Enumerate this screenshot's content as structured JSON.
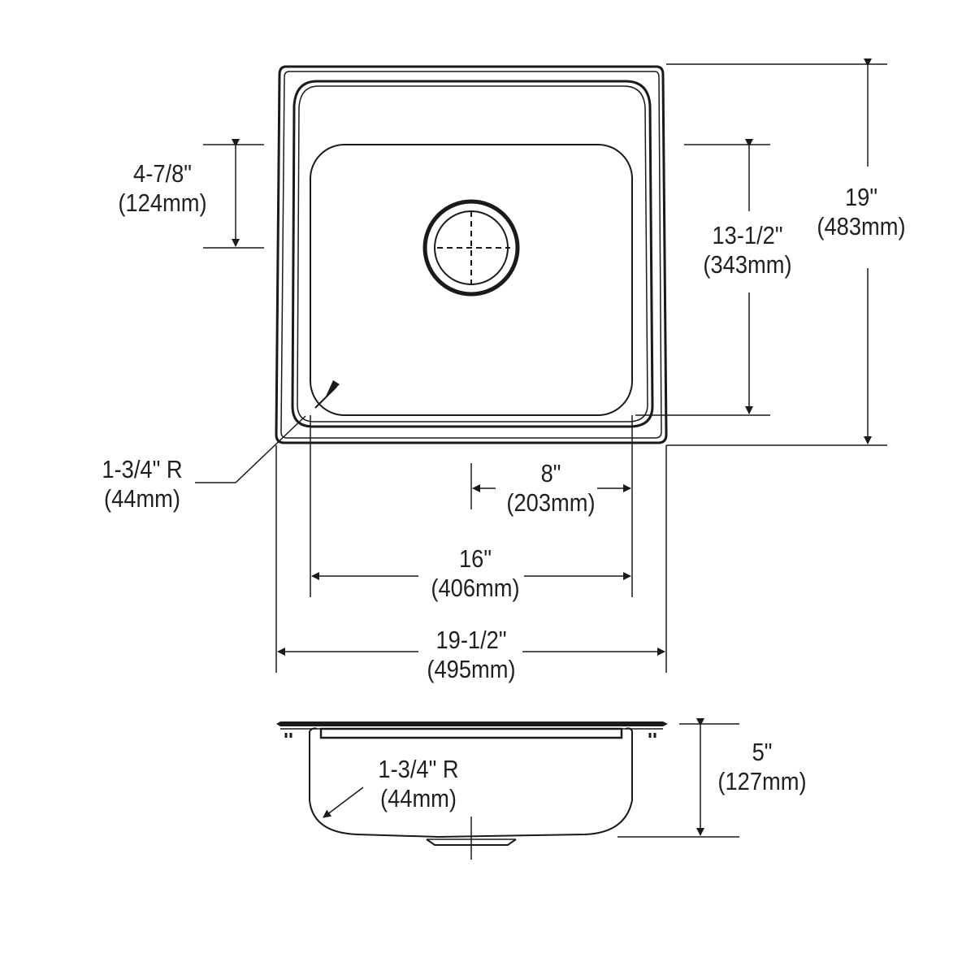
{
  "drawing": {
    "subject": "single bowl drop-in sink",
    "views": [
      "top-view",
      "side-section-view"
    ],
    "line_color": "#1a1a1a",
    "background": "#ffffff"
  },
  "dimensions": {
    "bowl_front_to_drain": {
      "imperial": "4-7/8\"",
      "metric": "(124mm)"
    },
    "bowl_length": {
      "imperial": "13-1/2\"",
      "metric": "(343mm)"
    },
    "overall_length": {
      "imperial": "19\"",
      "metric": "(483mm)"
    },
    "corner_radius_top": {
      "imperial": "1-3/4\" R",
      "metric": "(44mm)"
    },
    "drain_offset": {
      "imperial": "8\"",
      "metric": "(203mm)"
    },
    "bowl_width": {
      "imperial": "16\"",
      "metric": "(406mm)"
    },
    "overall_width": {
      "imperial": "19-1/2\"",
      "metric": "(495mm)"
    },
    "corner_radius_side": {
      "imperial": "1-3/4\" R",
      "metric": "(44mm)"
    },
    "bowl_depth": {
      "imperial": "5\"",
      "metric": "(127mm)"
    }
  }
}
